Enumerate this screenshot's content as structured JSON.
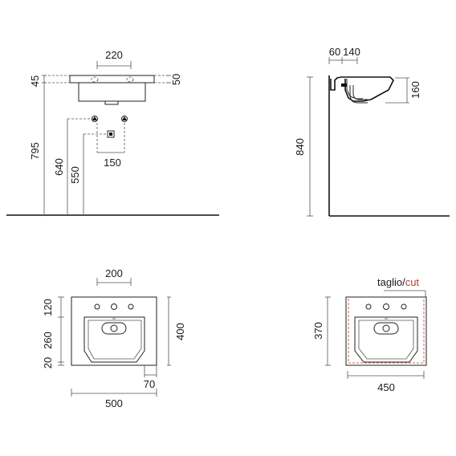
{
  "dimensions": {
    "front_top_width": "220",
    "front_rim_left": "45",
    "front_rim_right": "50",
    "front_height_total": "795",
    "front_height_640": "640",
    "front_height_550": "550",
    "front_pipe_spacing": "150",
    "side_60": "60",
    "side_140": "140",
    "side_160": "160",
    "side_840": "840",
    "top_200": "200",
    "top_120": "120",
    "top_260": "260",
    "top_20": "20",
    "top_400": "400",
    "top_70": "70",
    "top_500": "500",
    "cut_label_main": "taglio/",
    "cut_label_accent": "cut",
    "cut_370": "370",
    "cut_450": "450"
  },
  "colors": {
    "accent_red": "#c0392b",
    "line": "#222222"
  }
}
